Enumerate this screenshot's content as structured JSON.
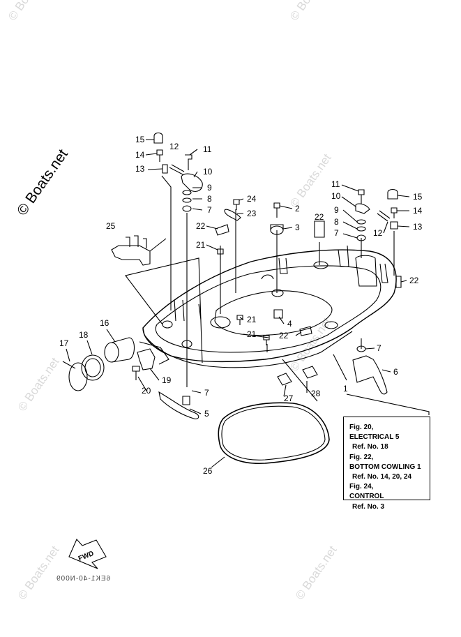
{
  "watermark": "© Boats.net",
  "brand_label": "© Boats.net",
  "callouts": [
    "15",
    "14",
    "12",
    "11",
    "13",
    "10",
    "9",
    "8",
    "7",
    "24",
    "2",
    "23",
    "3",
    "22",
    "25",
    "21",
    "4",
    "11",
    "15",
    "10",
    "14",
    "9",
    "13",
    "8",
    "12",
    "7",
    "22",
    "22",
    "21",
    "21",
    "22",
    "7",
    "16",
    "18",
    "17",
    "19",
    "20",
    "7",
    "5",
    "6",
    "1",
    "27",
    "28",
    "26"
  ],
  "reference_box": {
    "lines": [
      "Fig. 20,",
      "ELECTRICAL 5",
      "Ref. No. 18",
      "Fig. 22,",
      "BOTTOM COWLING 1",
      "Ref. No. 14, 20, 24",
      "Fig. 24,",
      "CONTROL",
      "Ref. No. 3"
    ]
  },
  "fwd_label": "FWD",
  "diagram_code": "6EK1-40-N009"
}
